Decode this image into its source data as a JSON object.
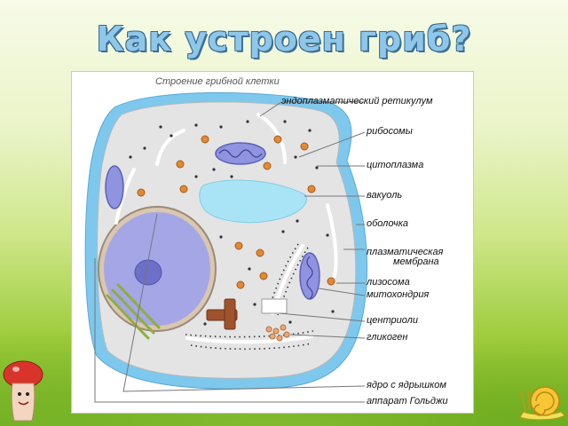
{
  "slide": {
    "title": "Как устроен гриб?"
  },
  "diagram": {
    "heading": "Строение грибной клетки",
    "labels": {
      "er": "эндоплазматический ретикулум",
      "ribosomes": "рибосомы",
      "cytoplasm": "цитоплазма",
      "vacuole": "вакуоль",
      "shell": "оболочка",
      "membrane_1": "плазматическая",
      "membrane_2": "мембрана",
      "lysosome": "лизосома",
      "mitochondria": "митохондрия",
      "centrioles": "центриоли",
      "glycogen": "гликоген",
      "nucleus": "ядро с ядрышком",
      "golgi": "аппарат Гольджи"
    }
  },
  "colors": {
    "title_fill": "#8fc7ea",
    "cell_wall": "#7ec8ee",
    "cytoplasm": "#e6e6e6",
    "nucleus": "#9b9ee0",
    "vacuole": "#a9e4f6",
    "lysosome": "#d9782a",
    "golgi": "#8fae3b"
  }
}
